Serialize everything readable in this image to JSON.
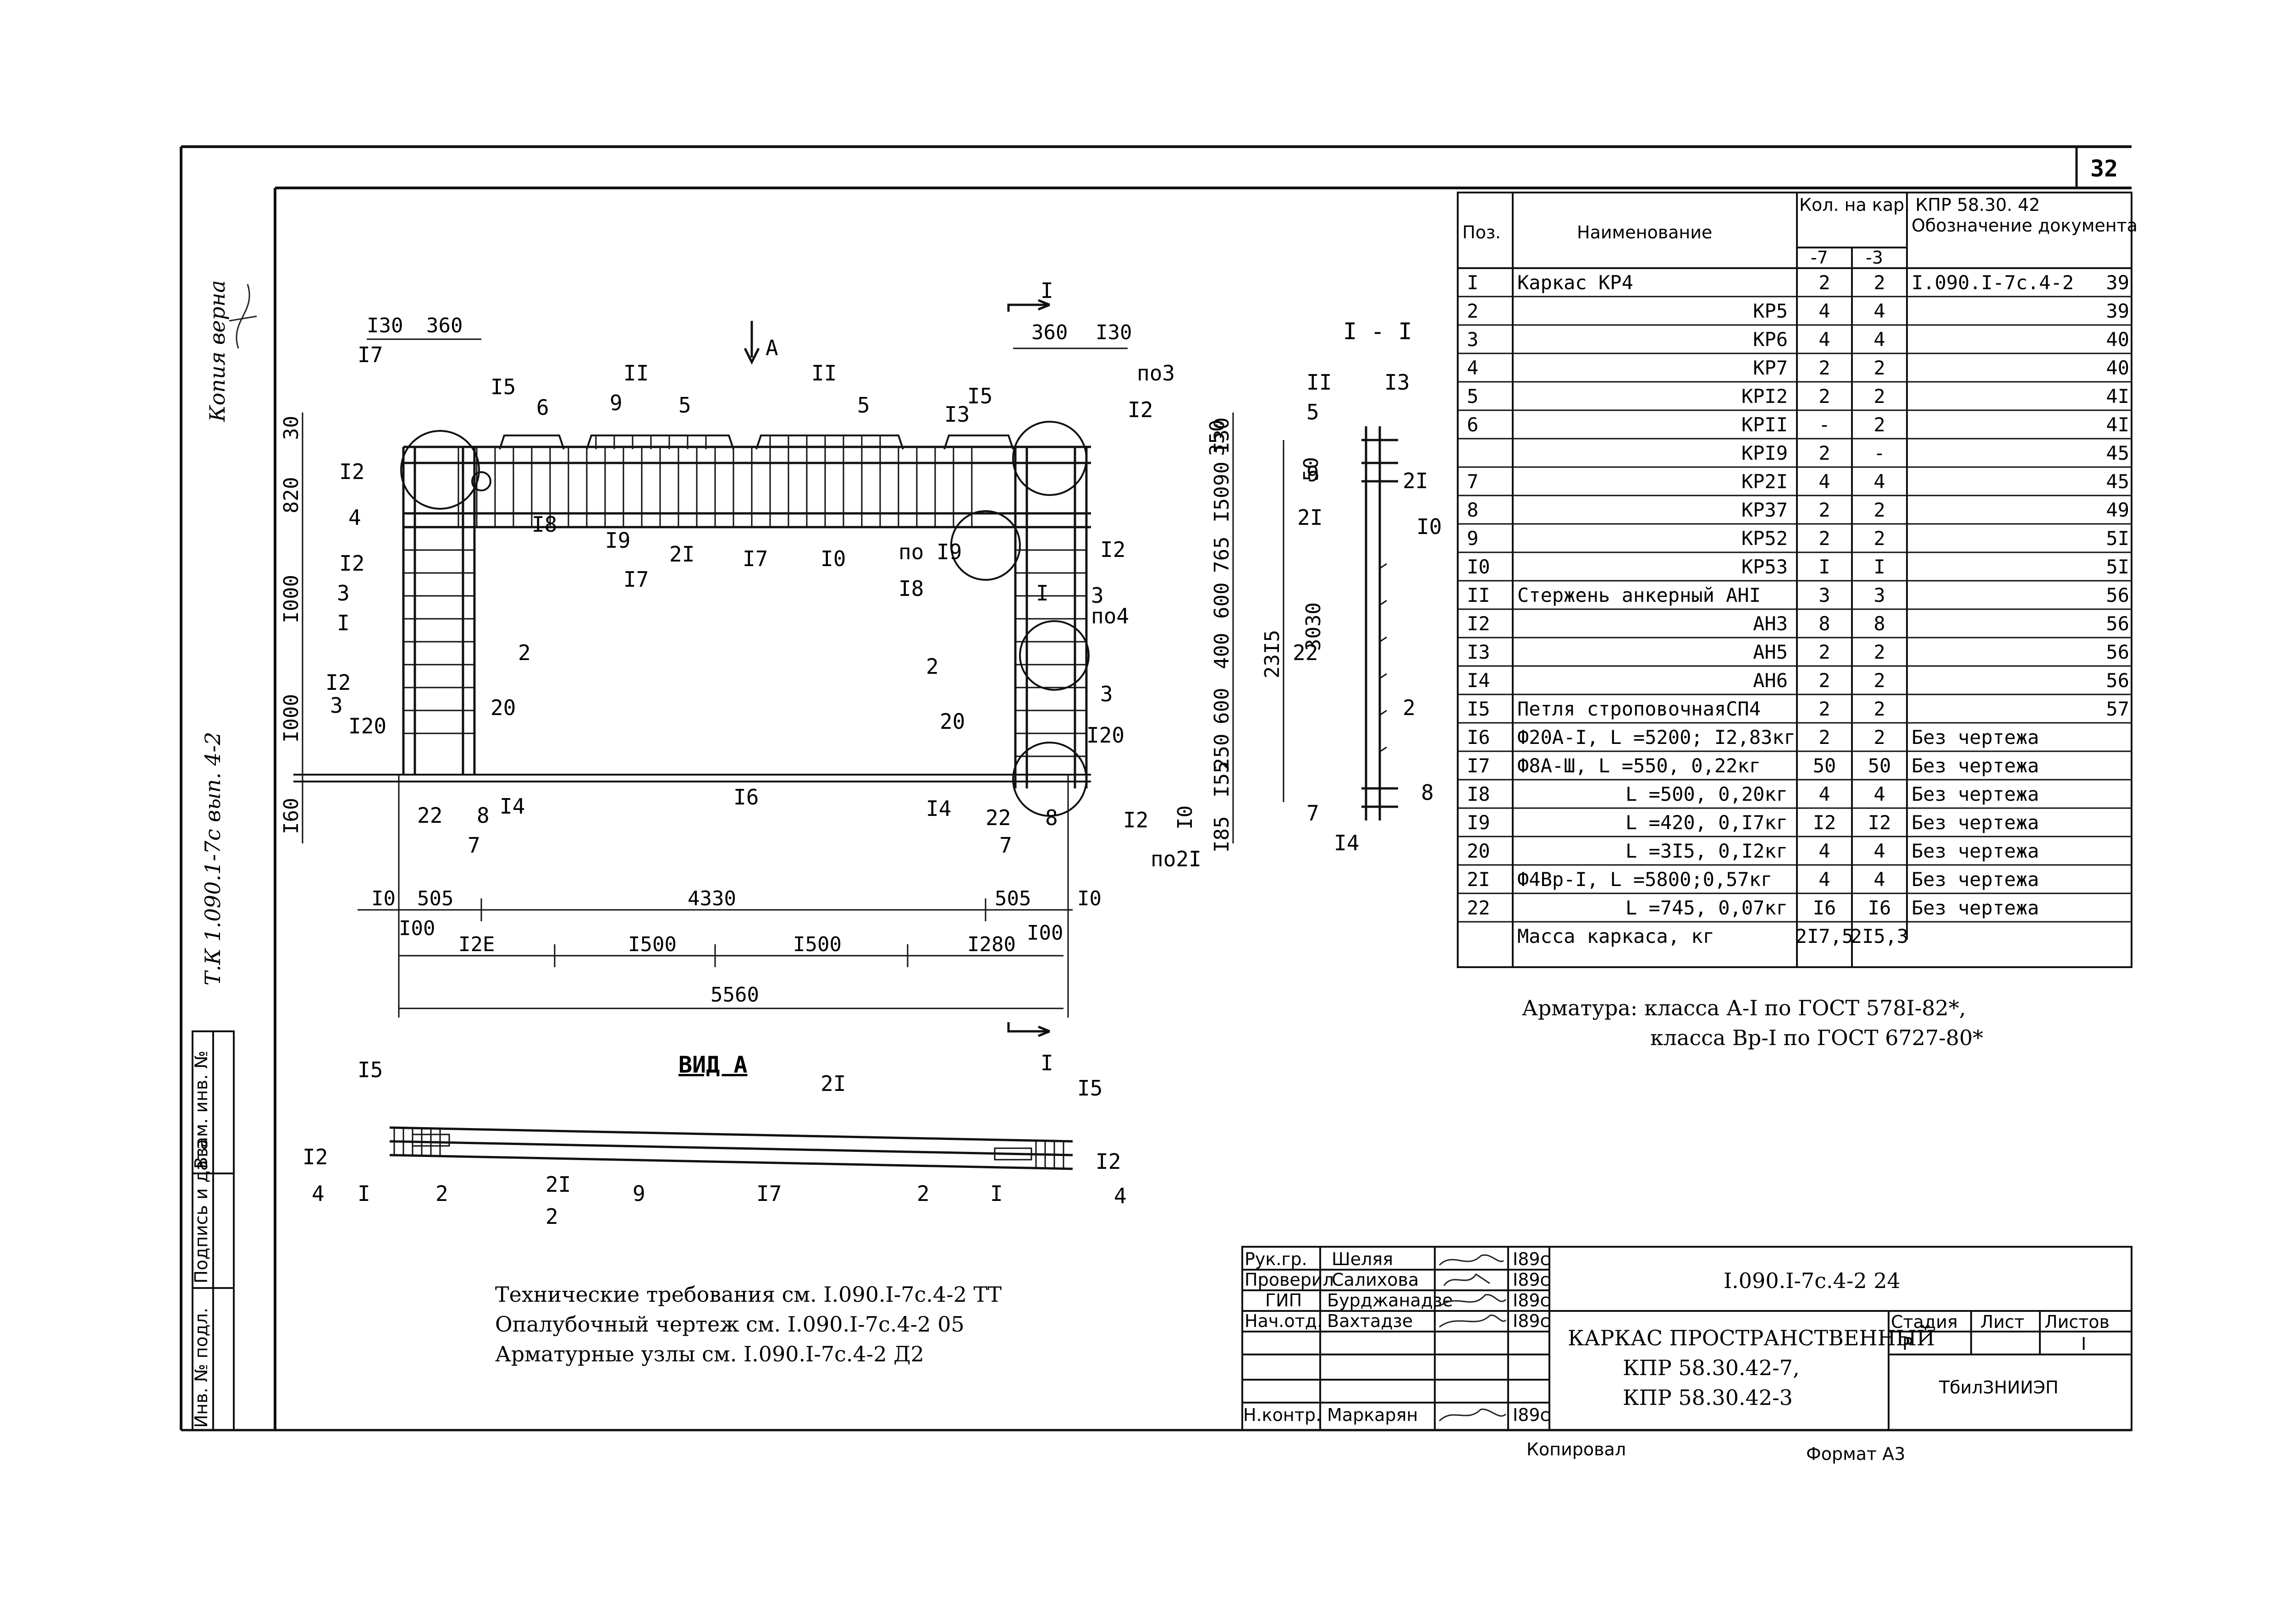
{
  "sheet_number": "32",
  "side_stamp": {
    "copy_verified": "Копия верна",
    "tk": "Т.К 1.090.1-7с  вып. 4-2"
  },
  "left_stamp_labels": [
    "Инв. № подл.",
    "Подпись и дата",
    "Взам. инв. №"
  ],
  "spec": {
    "headers": {
      "pos": "Поз.",
      "name": "Наименование",
      "qty": "Кол. на кар. КПР 58.30. 42",
      "qty_a": "-7",
      "qty_b": "-3",
      "doc": "Обозначение документа"
    },
    "rows": [
      {
        "pos": "I",
        "name": "Каркас КР4",
        "a": "2",
        "b": "2",
        "doc": "I.090.I-7с.4-2",
        "sheet": "39"
      },
      {
        "pos": "2",
        "name": "КР5",
        "a": "4",
        "b": "4",
        "doc": "",
        "sheet": "39"
      },
      {
        "pos": "3",
        "name": "КР6",
        "a": "4",
        "b": "4",
        "doc": "",
        "sheet": "40"
      },
      {
        "pos": "4",
        "name": "КР7",
        "a": "2",
        "b": "2",
        "doc": "",
        "sheet": "40"
      },
      {
        "pos": "5",
        "name": "КРI2",
        "a": "2",
        "b": "2",
        "doc": "",
        "sheet": "4I"
      },
      {
        "pos": "6",
        "name": "КРII",
        "a": "-",
        "b": "2",
        "doc": "",
        "sheet": "4I"
      },
      {
        "pos": "",
        "name": "КРI9",
        "a": "2",
        "b": "-",
        "doc": "",
        "sheet": "45"
      },
      {
        "pos": "7",
        "name": "КР2I",
        "a": "4",
        "b": "4",
        "doc": "",
        "sheet": "45"
      },
      {
        "pos": "8",
        "name": "КР37",
        "a": "2",
        "b": "2",
        "doc": "",
        "sheet": "49"
      },
      {
        "pos": "9",
        "name": "КР52",
        "a": "2",
        "b": "2",
        "doc": "",
        "sheet": "5I"
      },
      {
        "pos": "I0",
        "name": "КР53",
        "a": "I",
        "b": "I",
        "doc": "",
        "sheet": "5I"
      },
      {
        "pos": "II",
        "name": "Стержень анкерный АНI",
        "a": "3",
        "b": "3",
        "doc": "",
        "sheet": "56"
      },
      {
        "pos": "I2",
        "name": "АН3",
        "a": "8",
        "b": "8",
        "doc": "",
        "sheet": "56"
      },
      {
        "pos": "I3",
        "name": "АН5",
        "a": "2",
        "b": "2",
        "doc": "",
        "sheet": "56"
      },
      {
        "pos": "I4",
        "name": "АН6",
        "a": "2",
        "b": "2",
        "doc": "",
        "sheet": "56"
      },
      {
        "pos": "I5",
        "name": "Петля строповочнаяСП4",
        "a": "2",
        "b": "2",
        "doc": "",
        "sheet": "57"
      },
      {
        "pos": "I6",
        "name": "Ф20А-I, L =5200; I2,83кг",
        "a": "2",
        "b": "2",
        "doc": "Без чертежа",
        "sheet": ""
      },
      {
        "pos": "I7",
        "name": "Ф8А-Ш, L =550, 0,22кг",
        "a": "50",
        "b": "50",
        "doc": "Без чертежа",
        "sheet": ""
      },
      {
        "pos": "I8",
        "name": "L =500, 0,20кг",
        "a": "4",
        "b": "4",
        "doc": "Без чертежа",
        "sheet": ""
      },
      {
        "pos": "I9",
        "name": "L =420, 0,I7кг",
        "a": "I2",
        "b": "I2",
        "doc": "Без чертежа",
        "sheet": ""
      },
      {
        "pos": "20",
        "name": "L =3I5, 0,I2кг",
        "a": "4",
        "b": "4",
        "doc": "Без чертежа",
        "sheet": ""
      },
      {
        "pos": "2I",
        "name": "Ф4Вр-I, L =5800;0,57кг",
        "a": "4",
        "b": "4",
        "doc": "Без чертежа",
        "sheet": ""
      },
      {
        "pos": "22",
        "name": "L =745, 0,07кг",
        "a": "I6",
        "b": "I6",
        "doc": "Без чертежа",
        "sheet": ""
      }
    ],
    "mass": {
      "name": "Масса каркаса, кг",
      "a": "2I7,5",
      "b": "2I5,3"
    }
  },
  "armature_note": {
    "line1": "Арматура: класса А-I по ГОСТ 578I-82*,",
    "line2": "класса Вр-I по ГОСТ 6727-80*"
  },
  "drawing": {
    "view_title": "ВИД А",
    "section_title": "I - I",
    "arrow_a": "А",
    "section_mark": "I",
    "dims_top_left": [
      "I30",
      "360"
    ],
    "dims_top_right": [
      "360",
      "I30"
    ],
    "dims_left": [
      "30",
      "820",
      "I000",
      "I000",
      "I60"
    ],
    "dims_right_col": [
      "I30",
      "90",
      "I50",
      "765",
      "600",
      "400",
      "600",
      "250",
      "I55",
      "I85",
      "I0"
    ],
    "dims_right_outer": [
      "350",
      "50",
      "23I5",
      "3030"
    ],
    "dims_bottom_1": [
      "I0",
      "505",
      "4330",
      "505",
      "I0"
    ],
    "dims_bottom_2": [
      "I00",
      "I2E",
      "I500",
      "I500",
      "I280",
      "I00"
    ],
    "dims_total": "5560",
    "labels_main": [
      "I7",
      "I5",
      "6",
      "9",
      "II",
      "5",
      "II",
      "5",
      "I3",
      "I5",
      "I2",
      "по3",
      "I2",
      "4",
      "I9",
      "I7",
      "2I",
      "I7",
      "I0",
      "по I9",
      "I2",
      "I8",
      "I8",
      "I2",
      "3",
      "I",
      "I2",
      "3",
      "20",
      "2",
      "I20",
      "I6",
      "22",
      "8",
      "I4",
      "7",
      "I",
      "3",
      "по4",
      "2",
      "3",
      "20",
      "I20",
      "I4",
      "22",
      "8",
      "7",
      "I2",
      "по2I"
    ],
    "labels_section": [
      "II",
      "I3",
      "5",
      "9",
      "2I",
      "2I",
      "I0",
      "22",
      "2",
      "8",
      "7",
      "I4"
    ],
    "labels_view": [
      "I5",
      "2I",
      "I5",
      "I2",
      "4",
      "I",
      "2",
      "2",
      "2I",
      "9",
      "I7",
      "2",
      "I",
      "I2",
      "4"
    ]
  },
  "notes": [
    "Технические требования см. I.090.I-7с.4-2 ТТ",
    "Опалубочный чертеж см. I.090.I-7с.4-2 05",
    "Арматурные узлы см. I.090.I-7с.4-2 Д2"
  ],
  "title_block": {
    "code": "I.090.I-7с.4-2 24",
    "title_line1": "КАРКАС ПРОСТРАНСТВЕННЫЙ",
    "title_line2": "КПР 58.30.42-7,",
    "title_line3": "КПР 58.30.42-3",
    "stage_label": "Стадия",
    "sheet_label": "Лист",
    "sheets_label": "Листов",
    "stage": "Р",
    "sheets": "I",
    "org": "ТбилЗНИИЭП",
    "people": [
      {
        "role": "Рук.гр.",
        "name": "Шеляя",
        "date": "I89с"
      },
      {
        "role": "Проверил",
        "name": "Салихова",
        "date": "I89с"
      },
      {
        "role": "ГИП",
        "name": "Бурджанадзе",
        "date": "I89с"
      },
      {
        "role": "Нач.отд.",
        "name": "Вахтадзе",
        "date": "I89с"
      },
      {
        "role": "Н.контр.",
        "name": "Маркарян",
        "date": "I89с"
      }
    ]
  },
  "footer": {
    "copied": "Копировал",
    "format": "Формат А3"
  }
}
